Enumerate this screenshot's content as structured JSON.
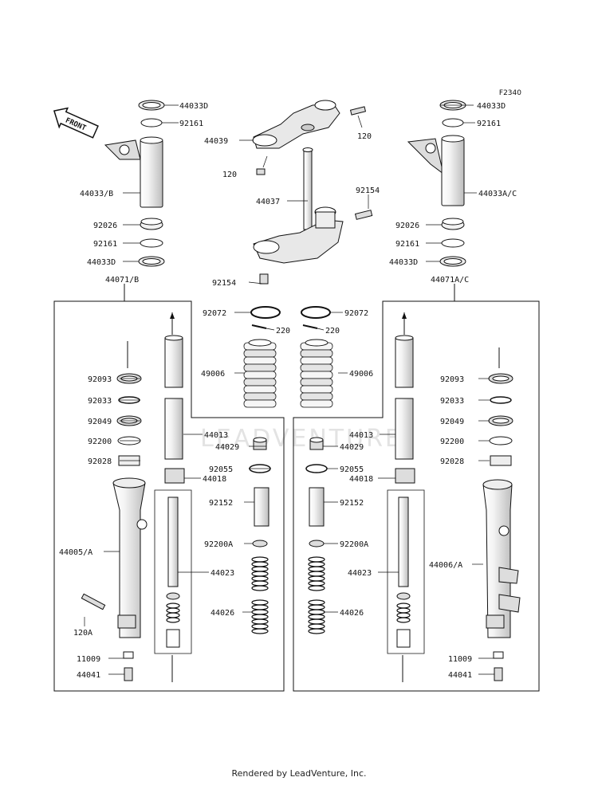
{
  "diagram_code": "F2340",
  "front_label": "FRONT",
  "watermark": "LEADVENTURE",
  "footer": "Rendered by LeadVenture, Inc.",
  "colors": {
    "line": "#111111",
    "part_fill": "#e9e9e9",
    "watermark": "#e6e6e6"
  },
  "parts": {
    "p44033D_tl": "44033D",
    "p92161_tl": "92161",
    "p44033B": "44033/B",
    "p92026_l": "92026",
    "p92161_l": "92161",
    "p44033D_l": "44033D",
    "p44071B": "44071/B",
    "p44033D_tr": "44033D",
    "p92161_tr": "92161",
    "p44033AC": "44033A/C",
    "p92026_r": "92026",
    "p92161_r": "92161",
    "p44033D_r": "44033D",
    "p44071AC": "44071A/C",
    "p44039": "44039",
    "p120_a": "120",
    "p120_b": "120",
    "p44037": "44037",
    "p92154_a": "92154",
    "p92154_b": "92154",
    "p92072_l": "92072",
    "p92072_r": "92072",
    "p220_l": "220",
    "p220_r": "220",
    "p49006_l": "49006",
    "p49006_r": "49006",
    "p92093_l": "92093",
    "p92033_l": "92033",
    "p92049_l": "92049",
    "p92200_l": "92200",
    "p92028_l": "92028",
    "p44013_l": "44013",
    "p44029_l": "44029",
    "p92055_l": "92055",
    "p44018_l": "44018",
    "p92152_l": "92152",
    "p92200A_l": "92200A",
    "p44023_l": "44023",
    "p44026_l": "44026",
    "p44005A": "44005/A",
    "p120A": "120A",
    "p11009_l": "11009",
    "p44041_l": "44041",
    "p92093_r": "92093",
    "p92033_r": "92033",
    "p92049_r": "92049",
    "p92200_r": "92200",
    "p92028_r": "92028",
    "p44013_r": "44013",
    "p44029_r": "44029",
    "p92055_r": "92055",
    "p44018_r": "44018",
    "p92152_r": "92152",
    "p92200A_r": "92200A",
    "p44023_r": "44023",
    "p44026_r": "44026",
    "p44006A": "44006/A",
    "p11009_r": "11009",
    "p44041_r": "44041"
  }
}
